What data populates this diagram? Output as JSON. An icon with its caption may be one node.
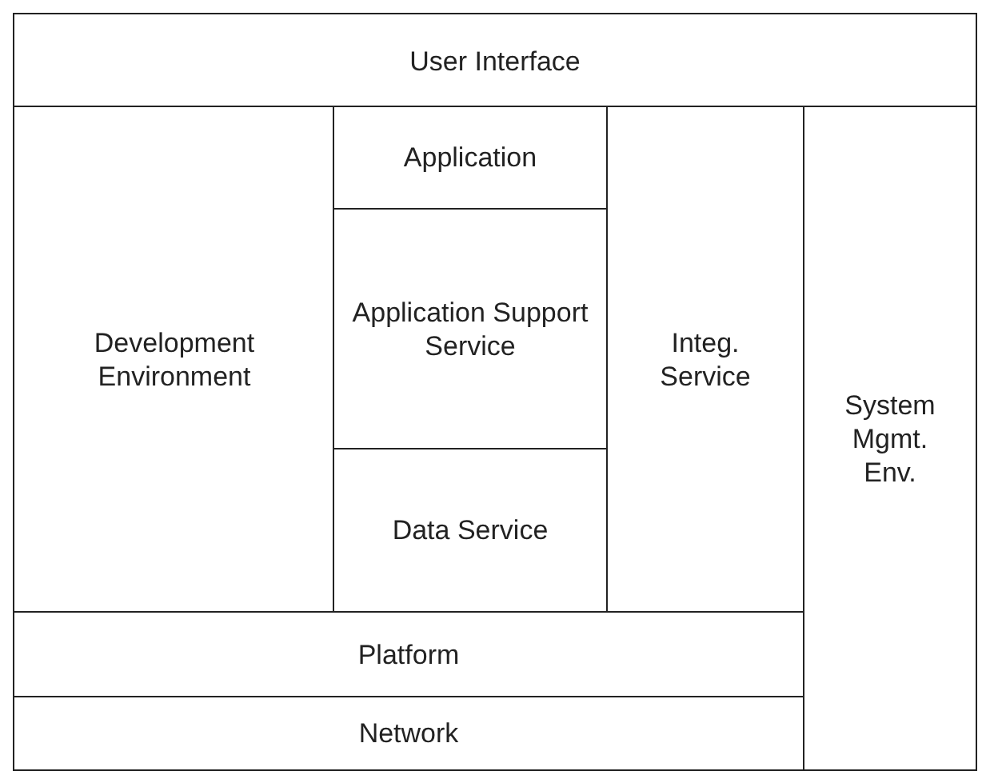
{
  "diagram": {
    "nodes": [
      {
        "text": [
          "User Interface"
        ]
      },
      {
        "text": [
          "Development Environment"
        ]
      },
      {
        "text": [
          "Application"
        ]
      },
      {
        "text": [
          "Application Support Service"
        ]
      },
      {
        "text": [
          "Data Service"
        ]
      },
      {
        "text": [
          "Integ. Service"
        ]
      },
      {
        "text": [
          "System Mgmt. Env."
        ]
      },
      {
        "text": [
          "Platform"
        ]
      },
      {
        "text": [
          "Network"
        ]
      }
    ]
  }
}
